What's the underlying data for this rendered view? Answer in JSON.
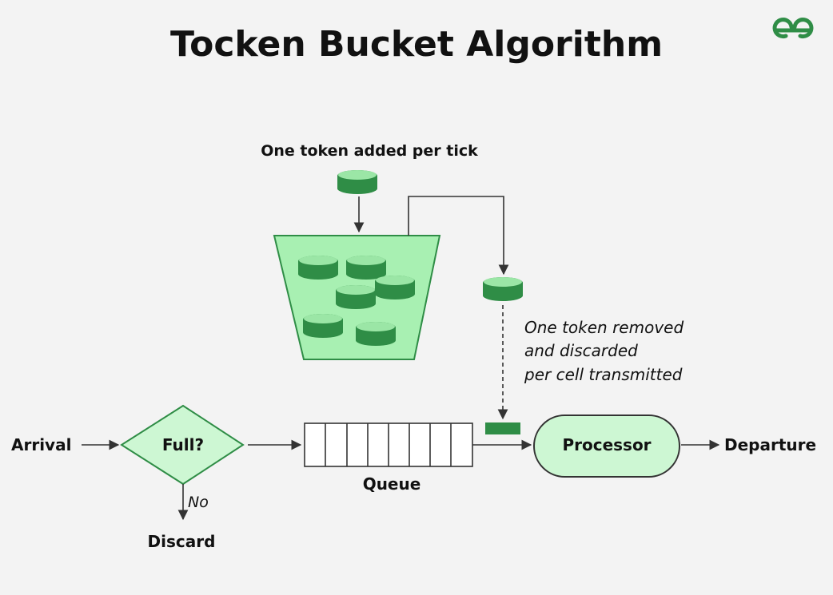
{
  "title": "Tocken Bucket Algorithm",
  "logo": {
    "icon": "gfg-logo-icon",
    "color": "#2f8d46"
  },
  "colors": {
    "token_dark": "#2f8d46",
    "token_top": "#9be6a6",
    "bucket_fill": "#a8f0b2",
    "node_fill": "#cdf7d3",
    "background": "#f3f3f3"
  },
  "labels": {
    "token_added": "One token added per tick",
    "token_removed_1": "One token removed",
    "token_removed_2": "and discarded",
    "token_removed_3": "per cell transmitted",
    "arrival": "Arrival",
    "full": "Full?",
    "no": "No",
    "discard": "Discard",
    "queue": "Queue",
    "processor": "Processor",
    "departure": "Departure"
  }
}
